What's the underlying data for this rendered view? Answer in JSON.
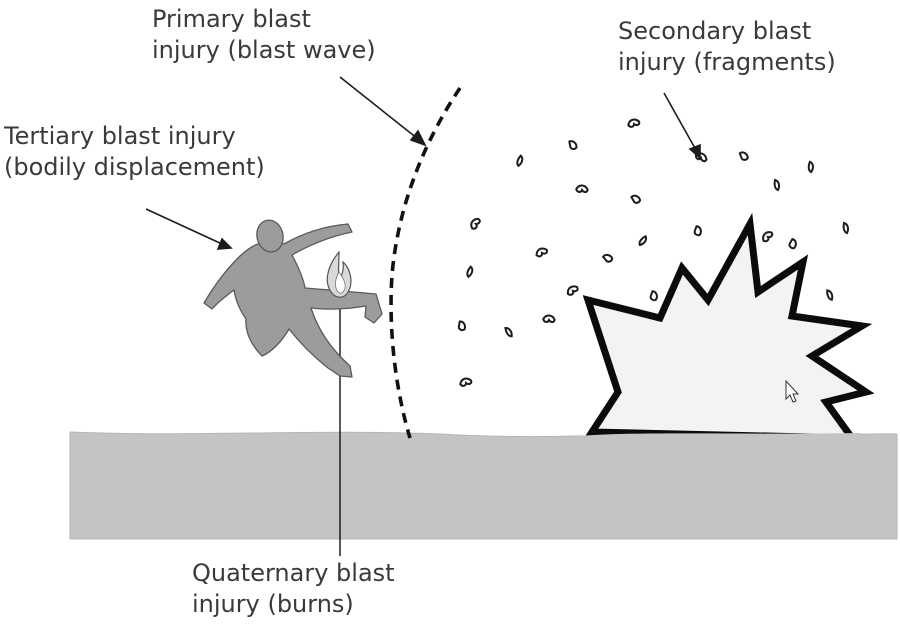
{
  "labels": {
    "primary": {
      "line1": "Primary blast",
      "line2": "injury (blast wave)"
    },
    "secondary": {
      "line1": "Secondary blast",
      "line2": "injury (fragments)"
    },
    "tertiary": {
      "line1": "Tertiary blast injury",
      "line2": "(bodily displacement)"
    },
    "quaternary": {
      "line1": "Quaternary blast",
      "line2": "injury (burns)"
    }
  },
  "colors": {
    "ground": "#c4c4c4",
    "figure": "#9c9c9c",
    "outline": "#111111",
    "text": "#3a3a3a",
    "explosion_fill": "#f3f3f5",
    "flame": "#d9d9d9"
  },
  "icons": {
    "figure": "person-silhouette-icon",
    "flame": "flame-icon",
    "explosion": "explosion-burst-icon",
    "fragment": "fragment-icon",
    "cursor": "mouse-pointer-icon"
  }
}
